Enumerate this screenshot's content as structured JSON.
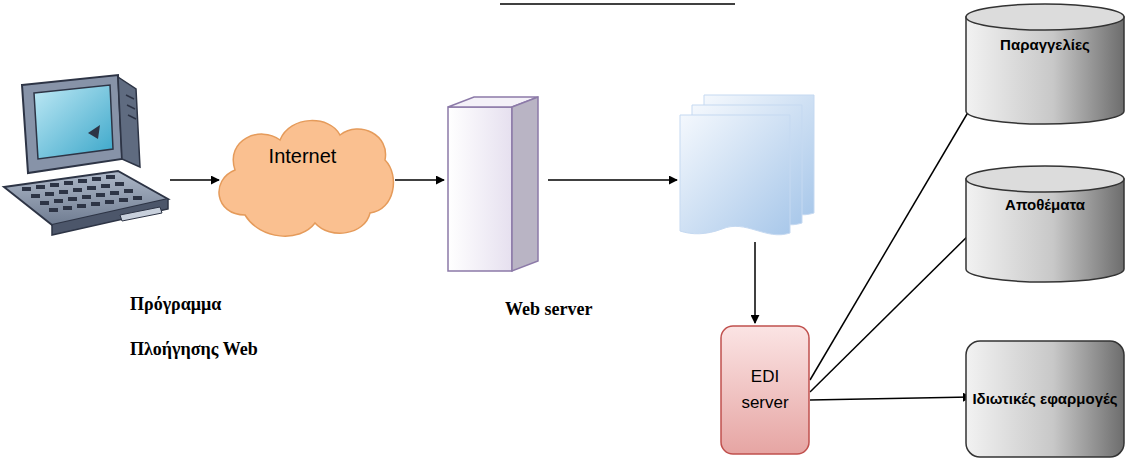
{
  "diagram": {
    "nodes": [
      {
        "text": [
          "Πρόγραμμα Πλοήγησης Web"
        ]
      },
      {
        "text": [
          "Internet"
        ]
      },
      {
        "text": [
          "Web server"
        ]
      },
      {
        "text": [
          "EDI server"
        ]
      },
      {
        "text": [
          "Παραγγελίες"
        ]
      },
      {
        "text": [
          "Αποθέματα"
        ]
      },
      {
        "text": [
          "Ιδιωτικές εφαρμογές"
        ]
      }
    ],
    "edges": [
      {
        "from": 0,
        "to": 1,
        "arrow": "to"
      },
      {
        "from": 1,
        "to": 2,
        "arrow": "to"
      },
      {
        "from": 3,
        "to": 4,
        "arrow": "to"
      },
      {
        "from": 3,
        "to": 5,
        "arrow": "to"
      },
      {
        "from": 3,
        "to": 6,
        "arrow": "to"
      }
    ]
  }
}
